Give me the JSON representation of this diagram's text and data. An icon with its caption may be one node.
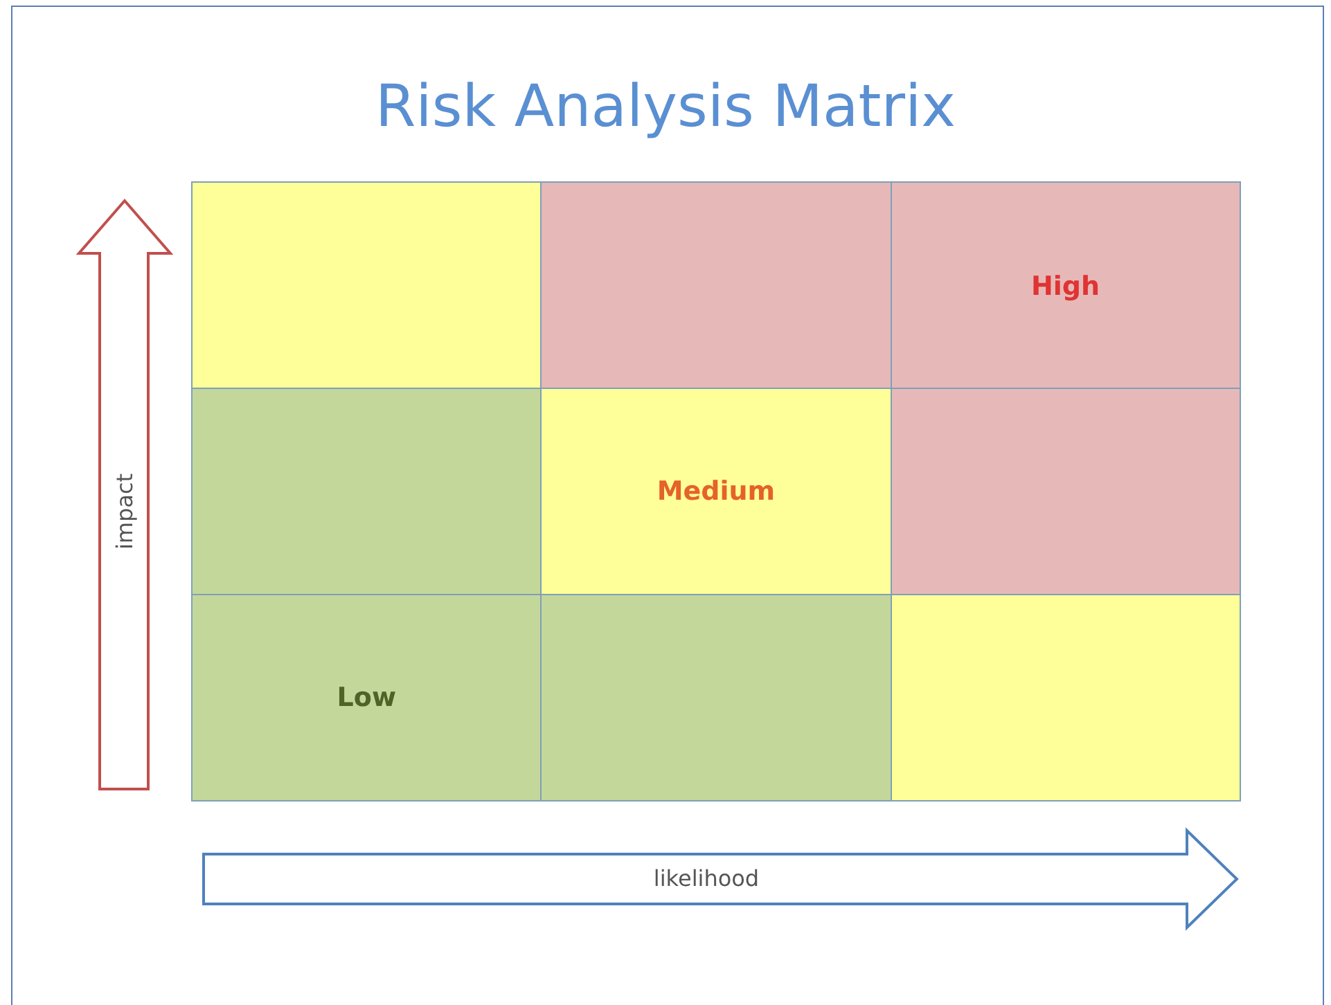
{
  "diagram": {
    "title": "Risk Analysis Matrix",
    "nodes": [
      {
        "text": [],
        "shape": "box"
      },
      {
        "text": [],
        "shape": "box"
      },
      {
        "text": [
          "High"
        ]
      },
      {
        "text": [],
        "shape": "box"
      },
      {
        "text": [
          "Medium"
        ]
      },
      {
        "text": [],
        "shape": "box"
      },
      {
        "text": [
          "Low"
        ]
      },
      {
        "text": [],
        "shape": "box"
      },
      {
        "text": [],
        "shape": "box"
      }
    ],
    "edges": [],
    "labels": [
      "impact",
      "likelihood"
    ]
  }
}
